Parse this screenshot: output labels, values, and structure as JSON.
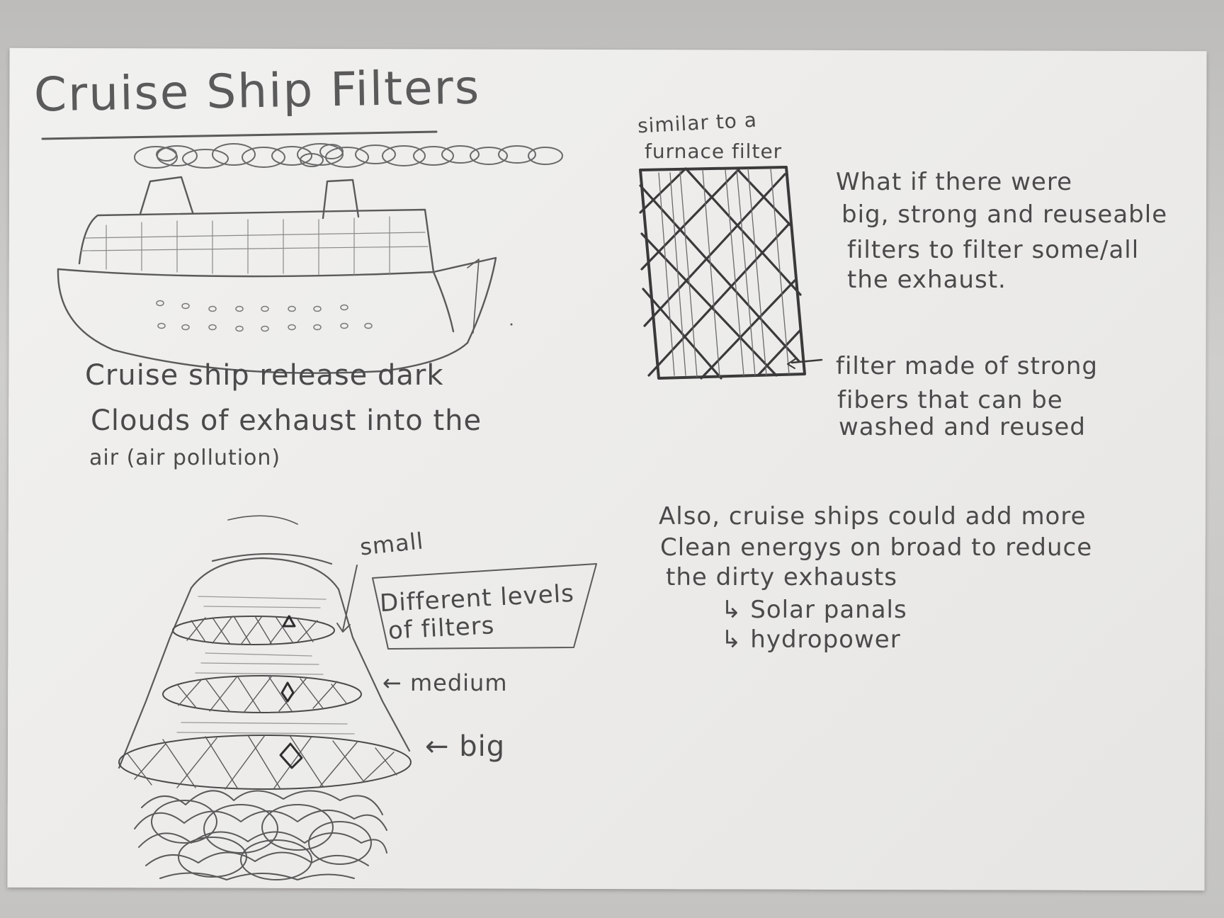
{
  "title": "Cruise Ship Filters",
  "ship_caption": [
    "Cruise ship release dark",
    "Clouds of exhaust into the",
    "air (air pollution)"
  ],
  "furnace_note": [
    "similar to a",
    "furnace filter"
  ],
  "question": [
    "What if there were",
    "big, strong and reuseable",
    "filters to filter    some/all",
    "the exhaust."
  ],
  "filter_note": [
    "filter made of strong",
    "fibers that can be",
    "washed and reused"
  ],
  "also_note": [
    "Also, cruise ships could add more",
    "Clean energys on broad to reduce",
    "the dirty exhausts",
    "↳ Solar panals",
    "↳ hydropower"
  ],
  "stack_labels": {
    "small": "small",
    "medium": "← medium",
    "big": "← big",
    "levels": [
      "Different levels",
      "of filters"
    ]
  },
  "colors": {
    "paper": "#ecebe9",
    "pencil": "#4a4a4a",
    "background": "#c9c8c6"
  }
}
